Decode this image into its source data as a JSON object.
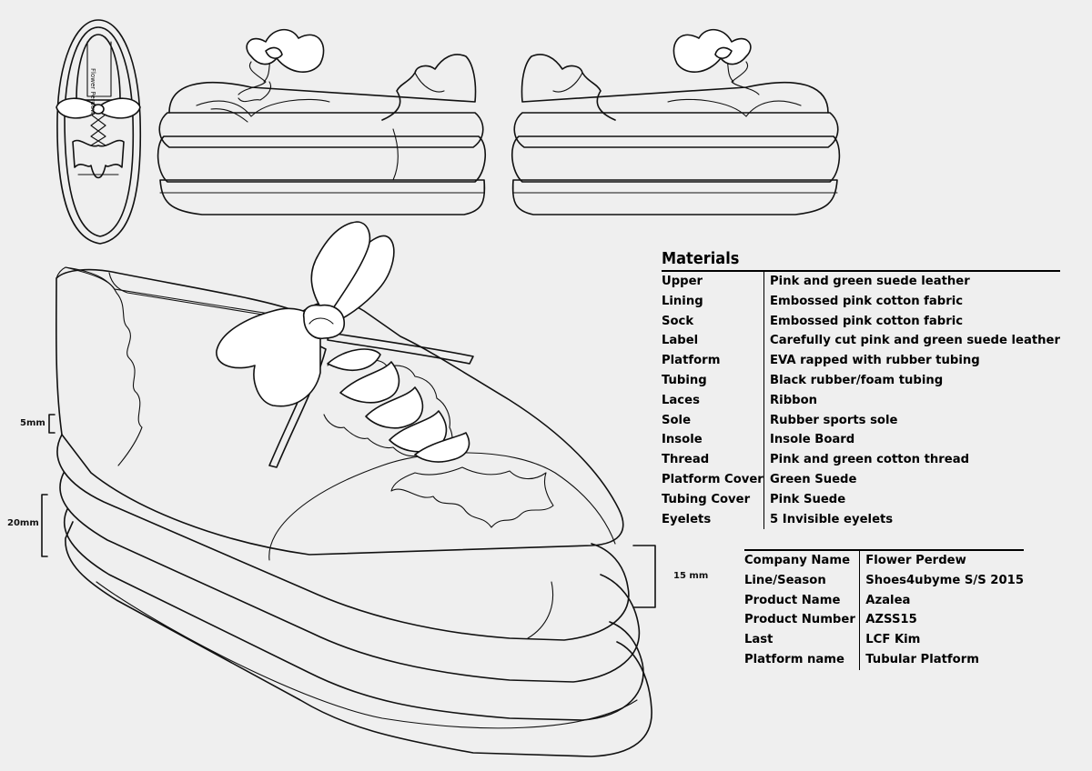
{
  "dimensions": {
    "sole": "5mm",
    "platform_left": "20mm",
    "platform_front": "15 mm"
  },
  "label_inside_shoe": "Flower Perdew",
  "materials": {
    "title": "Materials",
    "rows": [
      {
        "key": "Upper",
        "value": "Pink and green suede leather"
      },
      {
        "key": "Lining",
        "value": "Embossed pink cotton fabric"
      },
      {
        "key": "Sock",
        "value": "Embossed pink cotton fabric"
      },
      {
        "key": "Label",
        "value": "Carefully cut pink and green suede leather"
      },
      {
        "key": "Platform",
        "value": "EVA rapped with rubber tubing"
      },
      {
        "key": "Tubing",
        "value": "Black rubber/foam tubing"
      },
      {
        "key": "Laces",
        "value": "Ribbon"
      },
      {
        "key": "Sole",
        "value": "Rubber sports sole"
      },
      {
        "key": "Insole",
        "value": "Insole Board"
      },
      {
        "key": "Thread",
        "value": "Pink and green cotton thread"
      },
      {
        "key": "Platform Cover",
        "value": "Green Suede"
      },
      {
        "key": "Tubing Cover",
        "value": "Pink Suede"
      },
      {
        "key": "Eyelets",
        "value": "5 Invisible eyelets"
      }
    ]
  },
  "company": {
    "rows": [
      {
        "key": "Company Name",
        "value": "Flower Perdew"
      },
      {
        "key": "Line/Season",
        "value": "Shoes4ubyme S/S 2015"
      },
      {
        "key": "Product Name",
        "value": "Azalea"
      },
      {
        "key": "Product Number",
        "value": "AZSS15"
      },
      {
        "key": "Last",
        "value": "LCF Kim"
      },
      {
        "key": "Platform name",
        "value": "Tubular Platform"
      }
    ]
  }
}
